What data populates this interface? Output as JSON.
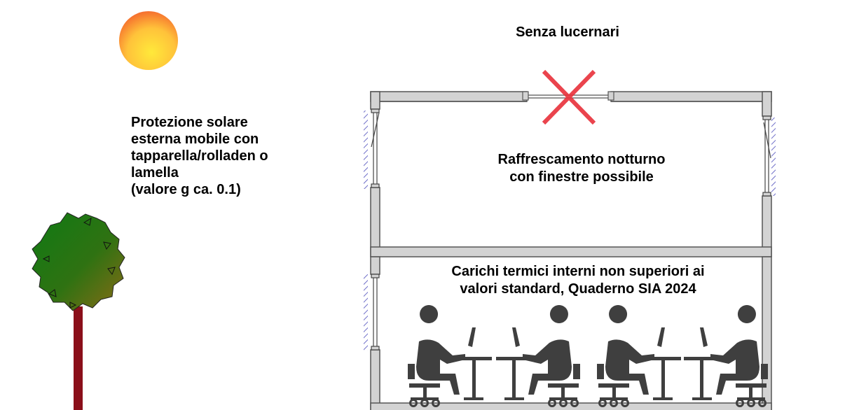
{
  "labels": {
    "title": "Senza lucernari",
    "shading": [
      "Protezione solare",
      "esterna mobile con",
      "tapparella/rolladen o",
      "lamella",
      "(valore g ca. 0.1)"
    ],
    "night_cooling": [
      "Raffrescamento notturno",
      "con finestre possibile"
    ],
    "internal_loads": [
      "Carichi termici interni non superiori ai",
      "valori standard, Quaderno SIA 2024"
    ]
  },
  "icons": {
    "sun": "sun-icon",
    "tree": "tree-icon",
    "cross": "cross-icon",
    "worker": "office-worker-icon"
  },
  "colors": {
    "wall_fill": "#d3d3d3",
    "wall_stroke": "#555555",
    "cross": "#e8303a",
    "sun_outer": "#f46a2e",
    "sun_inner": "#ffd23a",
    "tree_dark": "#1f7a12",
    "tree_light": "#8b6a18",
    "trunk": "#8b0f1a",
    "blind_hatch": "#6e6ec8",
    "silhouette": "#3f3f3f"
  }
}
